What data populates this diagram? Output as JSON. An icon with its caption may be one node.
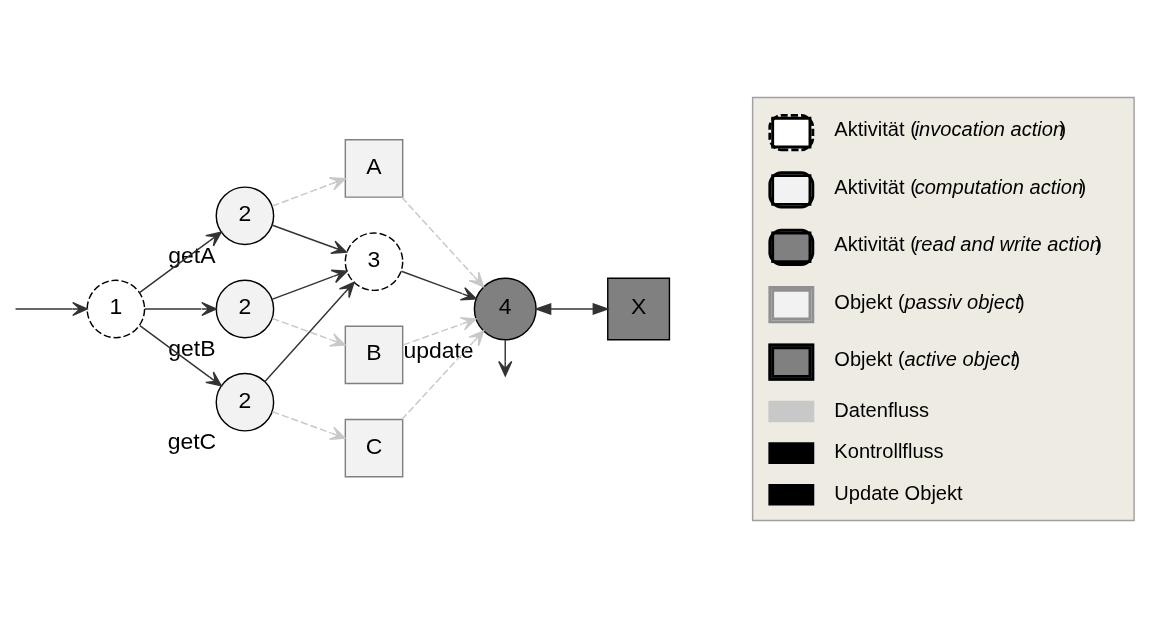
{
  "diagram": {
    "nodes": [
      {
        "text": [
          "1"
        ]
      },
      {
        "text": [
          "2"
        ],
        "beside": [
          "getA"
        ]
      },
      {
        "text": [
          "2"
        ],
        "beside": [
          "getB"
        ]
      },
      {
        "text": [
          "2"
        ],
        "beside": [
          "getC"
        ]
      },
      {
        "text": [
          "3"
        ]
      },
      {
        "text": [
          "4"
        ],
        "beside": [
          "update"
        ]
      },
      {
        "text": [
          "A"
        ]
      },
      {
        "text": [
          "B"
        ]
      },
      {
        "text": [
          "C"
        ]
      },
      {
        "text": [
          "X"
        ]
      }
    ],
    "edges": [
      {
        "from": null,
        "to": 0,
        "arrow": "to"
      },
      {
        "from": 0,
        "to": 1,
        "arrow": "to"
      },
      {
        "from": 0,
        "to": 2,
        "arrow": "to"
      },
      {
        "from": 0,
        "to": 3,
        "arrow": "to"
      },
      {
        "from": 1,
        "to": 4,
        "arrow": "to"
      },
      {
        "from": 2,
        "to": 4,
        "arrow": "to"
      },
      {
        "from": 3,
        "to": 4,
        "arrow": "to"
      },
      {
        "from": 4,
        "to": 5,
        "arrow": "to"
      },
      {
        "from": 5,
        "to": null,
        "arrow": "to"
      },
      {
        "from": 1,
        "to": 6,
        "arrow": "to",
        "style": "dashed",
        "color": "#c8c8c8"
      },
      {
        "from": 2,
        "to": 7,
        "arrow": "to",
        "style": "dashed",
        "color": "#c8c8c8"
      },
      {
        "from": 3,
        "to": 8,
        "arrow": "to",
        "style": "dashed",
        "color": "#c8c8c8"
      },
      {
        "from": 6,
        "to": 5,
        "arrow": "to",
        "style": "dashed",
        "color": "#c8c8c8"
      },
      {
        "from": 7,
        "to": 5,
        "arrow": "to",
        "style": "dashed",
        "color": "#c8c8c8"
      },
      {
        "from": 8,
        "to": 5,
        "arrow": "to",
        "style": "dashed",
        "color": "#c8c8c8"
      },
      {
        "from": 5,
        "to": 9,
        "arrow": "both"
      }
    ],
    "legend": [
      {
        "text": "Aktivität (*invocation action*)"
      },
      {
        "text": "Aktivität (*computation action*)"
      },
      {
        "text": "Aktivität (*read and write action*)"
      },
      {
        "text": "Objekt (*passiv object*)"
      },
      {
        "text": "Objekt (*active object*)"
      },
      {
        "text": "Datenfluss"
      },
      {
        "text": "Kontrollfluss"
      },
      {
        "text": "Update Objekt"
      }
    ]
  }
}
